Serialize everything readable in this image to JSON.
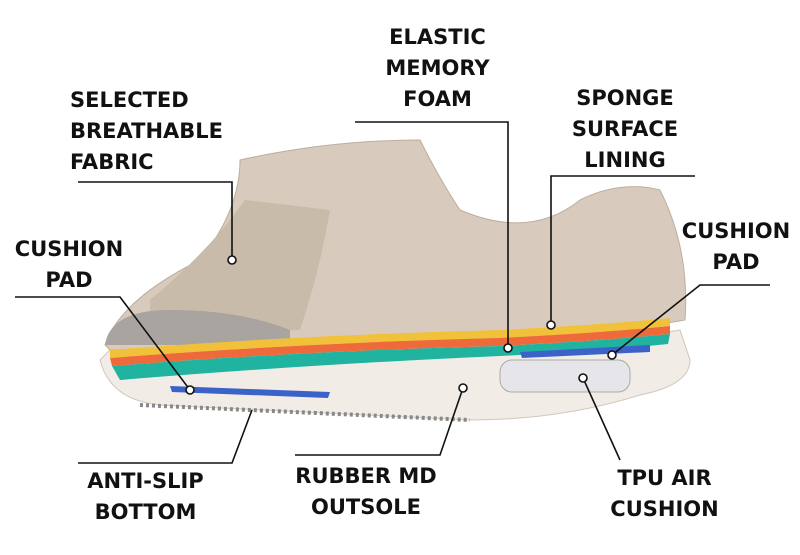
{
  "title": "Shoe construction diagram",
  "labels": {
    "fabric": [
      "SELECTED",
      "BREATHABLE",
      "FABRIC"
    ],
    "memory_foam": [
      "ELASTIC",
      "MEMORY",
      "FOAM"
    ],
    "sponge": [
      "SPONGE",
      "SURFACE",
      "LINING"
    ],
    "cushion_left": [
      "CUSHION",
      "PAD"
    ],
    "cushion_right": [
      "CUSHION",
      "PAD"
    ],
    "anti_slip": [
      "ANTI-SLIP",
      "BOTTOM"
    ],
    "outsole": [
      "RUBBER MD",
      "OUTSOLE"
    ],
    "tpu": [
      "TPU AIR",
      "CUSHION"
    ]
  },
  "colors": {
    "upper": "#d8cbbd",
    "mesh": "#c9bba9",
    "toe": "#a9a49f",
    "sole": "#f1ece6",
    "layer_yellow": "#f2c13a",
    "layer_orange": "#ef6a3a",
    "layer_teal": "#1fb3a0",
    "layer_blue": "#3a62c9",
    "line": "#111111"
  }
}
